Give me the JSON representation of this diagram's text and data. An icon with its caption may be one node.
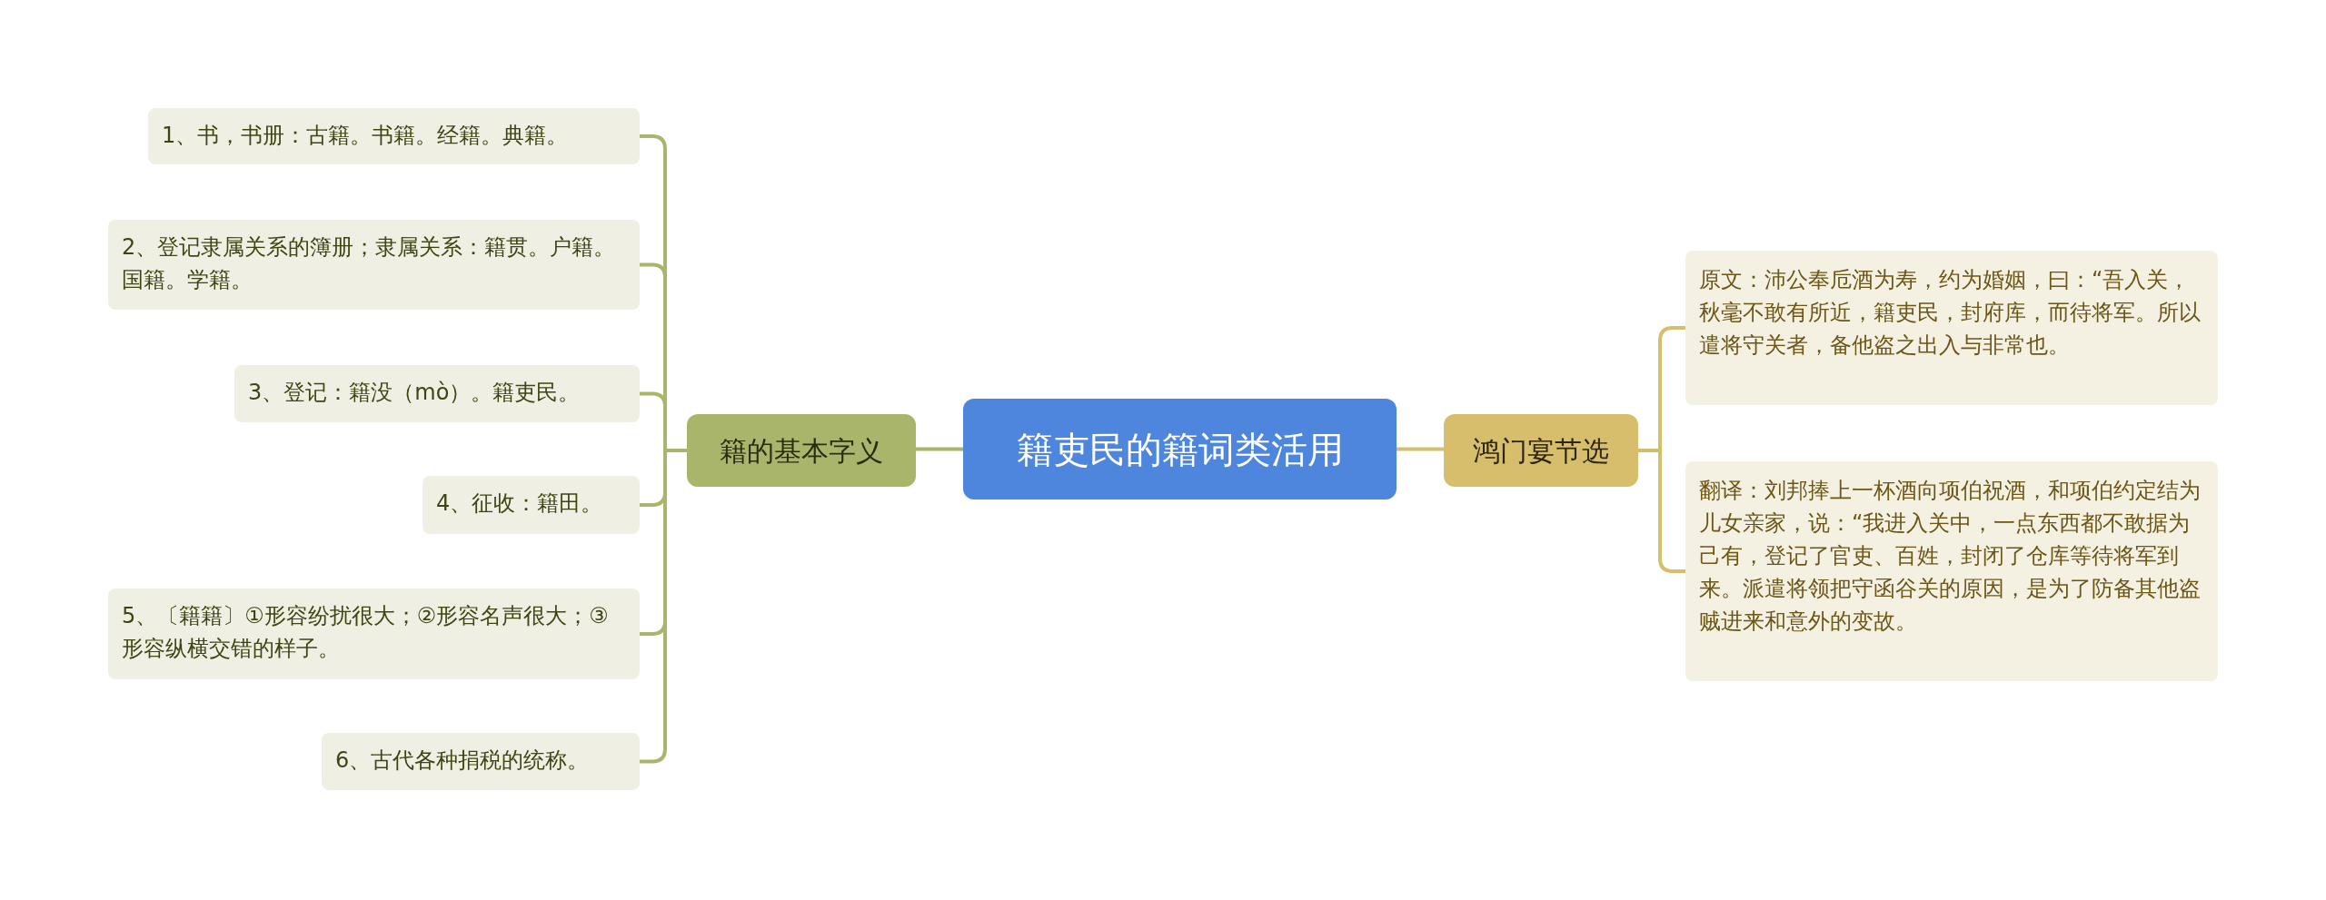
{
  "diagram": {
    "nodes": [
      {
        "text": [
          "籍吏民的籍词类活用"
        ]
      },
      {
        "text": [
          "籍的基本字义"
        ]
      },
      {
        "text": [
          "1、书，书册：古籍。书籍。经籍。典籍。"
        ]
      },
      {
        "text": [
          "2、登记隶属关系的簿册；隶属关系：籍贯。户籍。国籍。学籍。"
        ]
      },
      {
        "text": [
          "3、登记：籍没（mò）。籍吏民。"
        ]
      },
      {
        "text": [
          "4、征收：籍田。"
        ]
      },
      {
        "text": [
          "5、〔籍籍〕①形容纷扰很大；②形容名声很大；③形容纵横交错的样子。"
        ]
      },
      {
        "text": [
          "6、古代各种捐税的统称。"
        ]
      },
      {
        "text": [
          "鸿门宴节选"
        ]
      },
      {
        "text": [
          "原文：沛公奉卮酒为寿，约为婚姻，曰：“吾入关，秋毫不敢有所近，籍吏民，封府库，而待将军。所以遣将守关者，备他盗之出入与非常也。"
        ]
      },
      {
        "text": [
          "翻译：刘邦捧上一杯酒向项伯祝酒，和项伯约定结为儿女亲家，说：“我进入关中，一点东西都不敢据为己有，登记了官吏、百姓，封闭了仓库等待将军到来。派遣将领把守函谷关的原因，是为了防备其他盗贼进来和意外的变故。"
        ]
      }
    ],
    "edges": [
      {
        "from": 0,
        "to": 1,
        "arrow": "none"
      },
      {
        "from": 1,
        "to": 2,
        "arrow": "none"
      },
      {
        "from": 1,
        "to": 3,
        "arrow": "none"
      },
      {
        "from": 1,
        "to": 4,
        "arrow": "none"
      },
      {
        "from": 1,
        "to": 5,
        "arrow": "none"
      },
      {
        "from": 1,
        "to": 6,
        "arrow": "none"
      },
      {
        "from": 1,
        "to": 7,
        "arrow": "none"
      },
      {
        "from": 0,
        "to": 8,
        "arrow": "none",
        "color": "#d6be6c"
      },
      {
        "from": 8,
        "to": 9,
        "arrow": "none",
        "color": "#d6be6c"
      },
      {
        "from": 8,
        "to": 10,
        "arrow": "none",
        "color": "#d6be6c"
      }
    ]
  }
}
